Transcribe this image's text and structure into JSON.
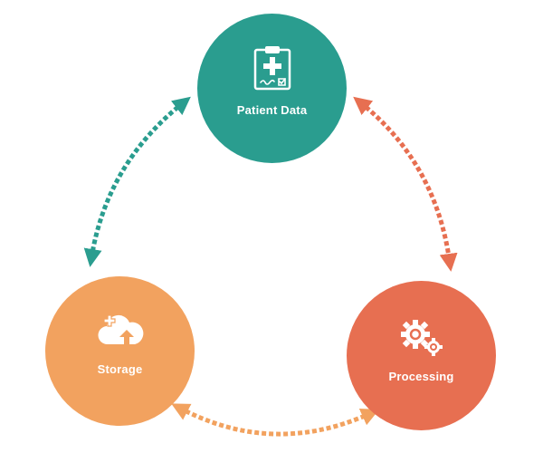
{
  "nodes": {
    "patient": {
      "label": "Patient Data",
      "color": "#2a9d8f",
      "icon": "clipboard-medical-icon"
    },
    "storage": {
      "label": "Storage",
      "color": "#f2a25f",
      "icon": "cloud-upload-icon"
    },
    "processing": {
      "label": "Processing",
      "color": "#e76f51",
      "icon": "gears-icon"
    }
  },
  "connectors": {
    "patient_storage": {
      "color": "#2a9d8f",
      "bidirectional": true
    },
    "patient_processing": {
      "color": "#e76f51",
      "bidirectional": true
    },
    "storage_processing": {
      "color": "#f2a25f",
      "bidirectional": true
    }
  }
}
